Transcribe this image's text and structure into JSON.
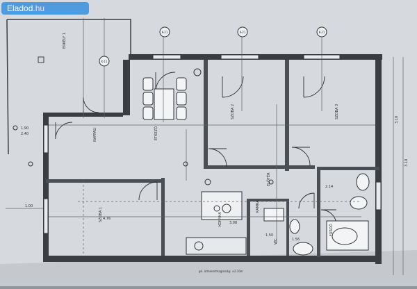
{
  "watermark": {
    "brand": "Eladod",
    "suffix": ".hu"
  },
  "colors": {
    "paper": "#d9dde1",
    "paper_edge": "#9aa0a6",
    "ink": "#2d3136",
    "wall": "#3a3e43",
    "dim_line": "#6a7076",
    "watermark_bg": "#4f9be0"
  },
  "plan": {
    "room_labels": [
      "ERKÉLY 1",
      "SZOBA 1",
      "NAPPALI",
      "KONYHA",
      "ÉTKEZŐ",
      "SZOBA 2",
      "SZOBA 3",
      "FÜRDŐ",
      "WC",
      "ELŐTÉR",
      "KAMRA"
    ],
    "unit_tags": [
      "K-21",
      "K-21",
      "K-21",
      "K-11"
    ],
    "dimensions": [
      "1.90",
      "2.40",
      "1.00",
      "3.10",
      "3.10",
      "2.14",
      "1.50",
      "3.08",
      "1.56",
      "4.76"
    ],
    "bottom_note": "gé. átmenetmagasság: ±2.10m"
  }
}
